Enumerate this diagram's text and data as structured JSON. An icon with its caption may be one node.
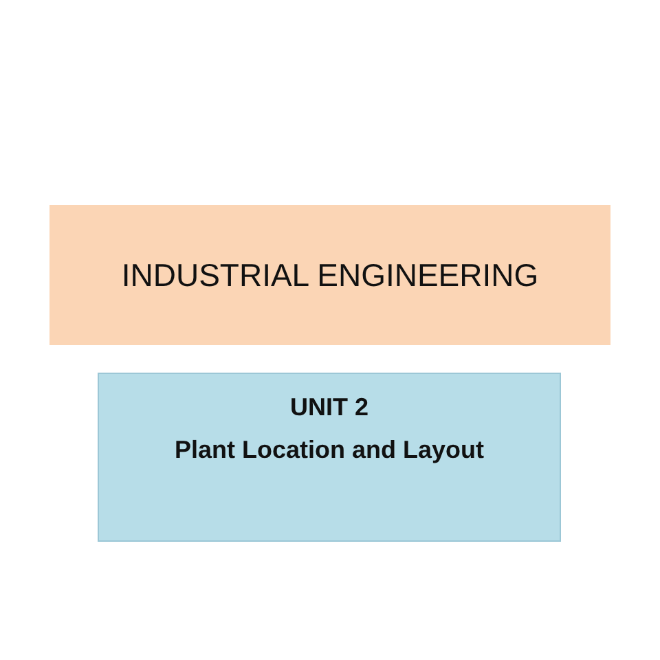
{
  "diagram": {
    "nodes": [
      {
        "text": [
          "INDUSTRIAL ENGINEERING"
        ]
      },
      {
        "text": [
          "UNIT 2",
          "Plant Location and Layout"
        ]
      }
    ]
  }
}
